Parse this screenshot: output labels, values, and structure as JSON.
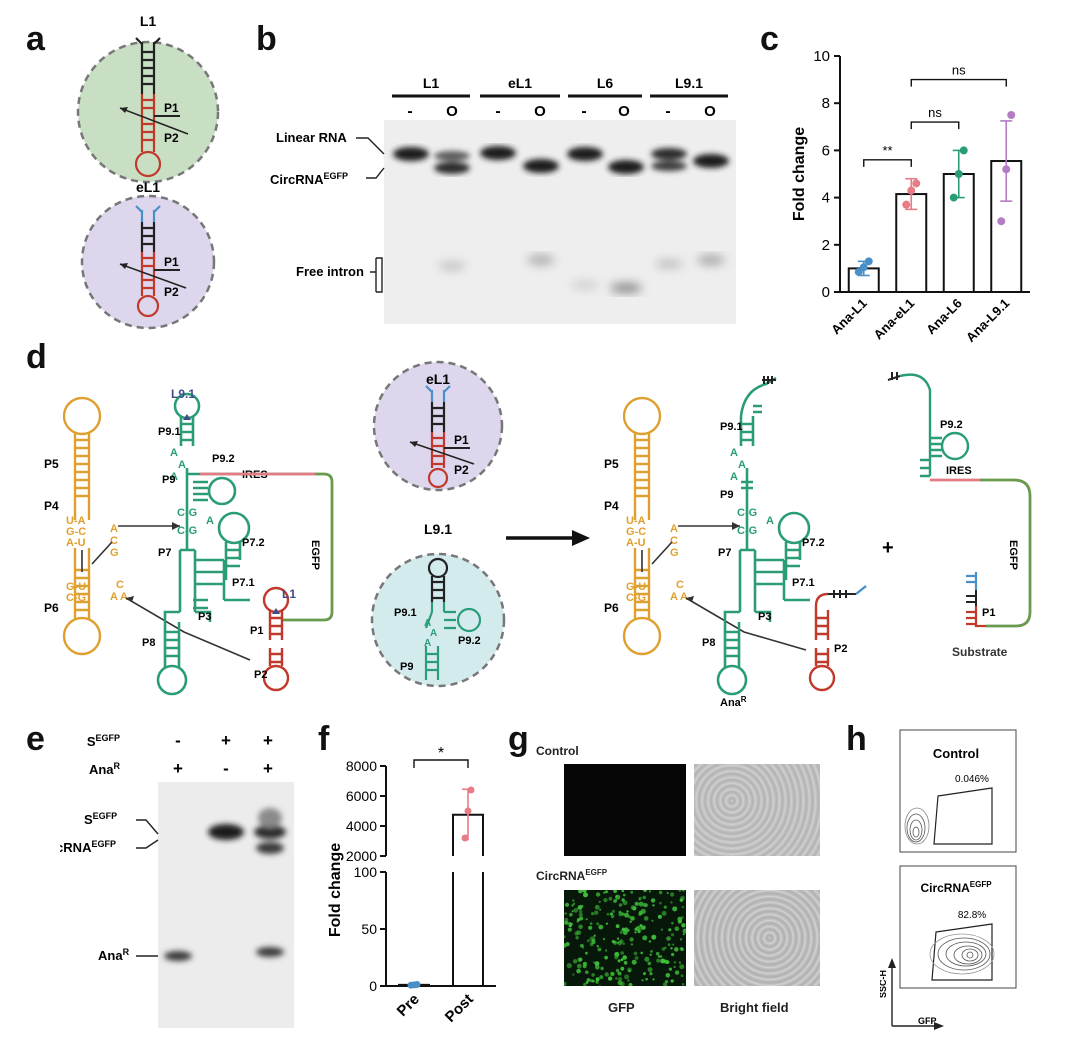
{
  "panels": {
    "a": "a",
    "b": "b",
    "c": "c",
    "d": "d",
    "e": "e",
    "f": "f",
    "g": "g",
    "h": "h"
  },
  "colors": {
    "green_fill": "#c9dfc4",
    "lavender_fill": "#ddd6ec",
    "cyan_fill": "#d4ebee",
    "teal": "#2a9d78",
    "orange": "#e0a030",
    "red": "#c0392b",
    "blue": "#4a90c8",
    "gray_dash": "#777777",
    "pink_ires": "#e37b82",
    "egfp_green": "#6a9a4e",
    "navy_label": "#3f4d8c"
  },
  "panel_a": {
    "top_title": "L1",
    "bottom_title": "eL1",
    "p1": "P1",
    "p2": "P2"
  },
  "panel_b": {
    "lanes": [
      {
        "name": "L1",
        "minus": "-",
        "o": "O"
      },
      {
        "name": "eL1",
        "minus": "-",
        "o": "O"
      },
      {
        "name": "L6",
        "minus": "-",
        "o": "O"
      },
      {
        "name": "L9.1",
        "minus": "-",
        "o": "O"
      }
    ],
    "linear_rna": "Linear RNA",
    "circ_main": "CircRNA",
    "circ_sup": "EGFP",
    "free_intron": "Free intron"
  },
  "chart_data": [
    {
      "type": "bar",
      "panel": "c",
      "categories": [
        "Ana-L1",
        "Ana-eL1",
        "Ana-L6",
        "Ana-L9.1"
      ],
      "values": [
        1.0,
        4.15,
        5.0,
        5.55
      ],
      "errors": [
        0.3,
        0.65,
        1.0,
        1.7
      ],
      "points": [
        [
          0.85,
          1.05,
          1.3
        ],
        [
          3.7,
          4.3,
          4.6
        ],
        [
          4.0,
          5.0,
          6.0
        ],
        [
          3.0,
          5.2,
          7.5
        ]
      ],
      "point_colors": [
        "#4a90c8",
        "#e77b86",
        "#2a9d78",
        "#b37cc4"
      ],
      "ylabel": "Fold change",
      "ylim": [
        0,
        10
      ],
      "yticks": [
        0,
        2,
        4,
        6,
        8,
        10
      ],
      "sig": [
        {
          "from": 0,
          "to": 1,
          "label": "**"
        },
        {
          "from": 1,
          "to": 2,
          "label": "ns"
        },
        {
          "from": 1,
          "to": 3,
          "label": "ns"
        }
      ]
    },
    {
      "type": "bar",
      "panel": "f",
      "categories": [
        "Pre",
        "Post"
      ],
      "values": [
        1,
        4750
      ],
      "errors": [
        0.3,
        1700
      ],
      "points": [
        [
          0.7,
          1.0,
          1.3
        ],
        [
          3200,
          5000,
          6400
        ]
      ],
      "point_colors": [
        "#4a90c8",
        "#e77b86"
      ],
      "ylabel": "Fold change",
      "axis_break": {
        "lower": [
          0,
          100
        ],
        "upper": [
          2000,
          8000
        ]
      },
      "yticks_lower": [
        0,
        50,
        100
      ],
      "yticks_upper": [
        2000,
        4000,
        6000,
        8000
      ],
      "sig": [
        {
          "from": 0,
          "to": 1,
          "label": "*"
        }
      ]
    }
  ],
  "panel_d": {
    "left": {
      "L91": "L9.1",
      "P91": "P9.1",
      "P92": "P9.2",
      "P9": "P9",
      "P5": "P5",
      "P4": "P4",
      "P6": "P6",
      "P7": "P7",
      "P72": "P7.2",
      "P71": "P7.1",
      "P3": "P3",
      "P8": "P8",
      "P1": "P1",
      "P2": "P2",
      "L1": "L1",
      "IRES": "IRES",
      "EGFP": "EGFP"
    },
    "middle": {
      "eL1": "eL1",
      "L91": "L9.1",
      "P1": "P1",
      "P2": "P2",
      "P91": "P9.1",
      "P92": "P9.2",
      "P9": "P9",
      "A": "A"
    },
    "right": {
      "P91": "P9.1",
      "P9": "P9",
      "P5": "P5",
      "P4": "P4",
      "P6": "P6",
      "P7": "P7",
      "P72": "P7.2",
      "P71": "P7.1",
      "P3": "P3",
      "P8": "P8",
      "P2": "P2",
      "ana": "Ana",
      "ana_sup": "R",
      "plus": "+",
      "P92": "P9.2",
      "IRES": "IRES",
      "EGFP": "EGFP",
      "P1": "P1",
      "substrate": "Substrate"
    }
  },
  "panel_e": {
    "s_main": "S",
    "s_sup": "EGFP",
    "ana_main": "Ana",
    "ana_sup": "R",
    "row_s": [
      "-",
      "+",
      "+"
    ],
    "row_ana": [
      "+",
      "-",
      "+"
    ],
    "band_s": "S",
    "band_s_sup": "EGFP",
    "band_circ": "CircRNA",
    "band_circ_sup": "EGFP",
    "band_ana": "Ana",
    "band_ana_sup": "R"
  },
  "panel_g": {
    "control": "Control",
    "circ": "CircRNA",
    "circ_sup": "EGFP",
    "gfp": "GFP",
    "bright": "Bright field"
  },
  "panel_h": {
    "control": "Control",
    "control_pct": "0.046%",
    "circ": "CircRNA",
    "circ_sup": "EGFP",
    "circ_pct": "82.8%",
    "ssc": "SSC-H",
    "gfp": "GFP"
  }
}
